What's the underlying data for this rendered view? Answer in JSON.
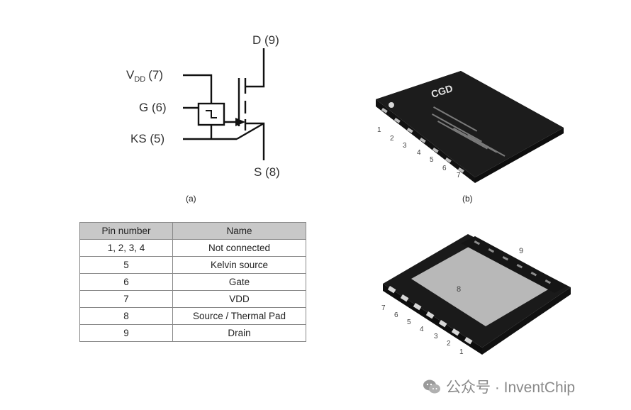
{
  "schematic": {
    "pins": {
      "drain": "D (9)",
      "vdd_main": "V",
      "vdd_sub": "DD",
      "vdd_num": "(7)",
      "gate": "G (6)",
      "kelvin_source": "KS (5)",
      "source": "S (8)"
    },
    "caption": "(a)"
  },
  "package_top": {
    "brand": "CGD",
    "pin_numbers": [
      "1",
      "2",
      "3",
      "4",
      "5",
      "6",
      "7"
    ],
    "caption": "(b)"
  },
  "package_bottom": {
    "pad_drain_label": "9",
    "pad_source_label": "8",
    "pin_numbers": [
      "7",
      "6",
      "5",
      "4",
      "3",
      "2",
      "1"
    ]
  },
  "pin_table": {
    "headers": [
      "Pin number",
      "Name"
    ],
    "rows": [
      [
        "1, 2, 3, 4",
        "Not connected"
      ],
      [
        "5",
        "Kelvin source"
      ],
      [
        "6",
        "Gate"
      ],
      [
        "7",
        "VDD"
      ],
      [
        "8",
        "Source / Thermal Pad"
      ],
      [
        "9",
        "Drain"
      ]
    ]
  },
  "watermark": {
    "text": "公众号 · InventChip"
  },
  "colors": {
    "header_fill": "#c8c8c8",
    "package_body": "#1a1a1a",
    "thermal_pad": "#b5b5b5",
    "watermark": "#8a8a8a"
  }
}
